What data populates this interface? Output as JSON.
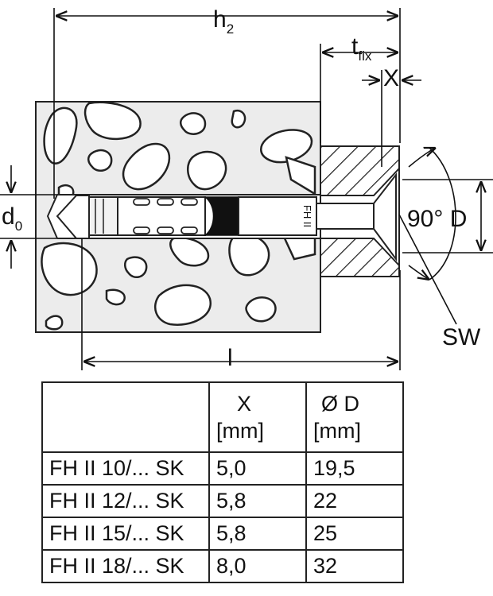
{
  "diagram": {
    "labels": {
      "h2_main": "h",
      "h2_sub": "2",
      "tfix_main": "t",
      "tfix_sub": "fix",
      "x": "X",
      "d0_main": "d",
      "d0_sub": "0",
      "angle": "90° D",
      "sw": "SW",
      "l": "l",
      "marking": "FH II"
    }
  },
  "table": {
    "columns": [
      {
        "name": "",
        "unit": ""
      },
      {
        "name": "X",
        "unit": "[mm]"
      },
      {
        "name": "Ø D",
        "unit": "[mm]"
      }
    ],
    "rows": [
      {
        "type": "FH II 10/... SK",
        "x": "5,0",
        "d": "19,5"
      },
      {
        "type": "FH II 12/... SK",
        "x": "5,8",
        "d": "22"
      },
      {
        "type": "FH II 15/... SK",
        "x": "5,8",
        "d": "25"
      },
      {
        "type": "FH II 18/... SK",
        "x": "8,0",
        "d": "32"
      }
    ]
  }
}
